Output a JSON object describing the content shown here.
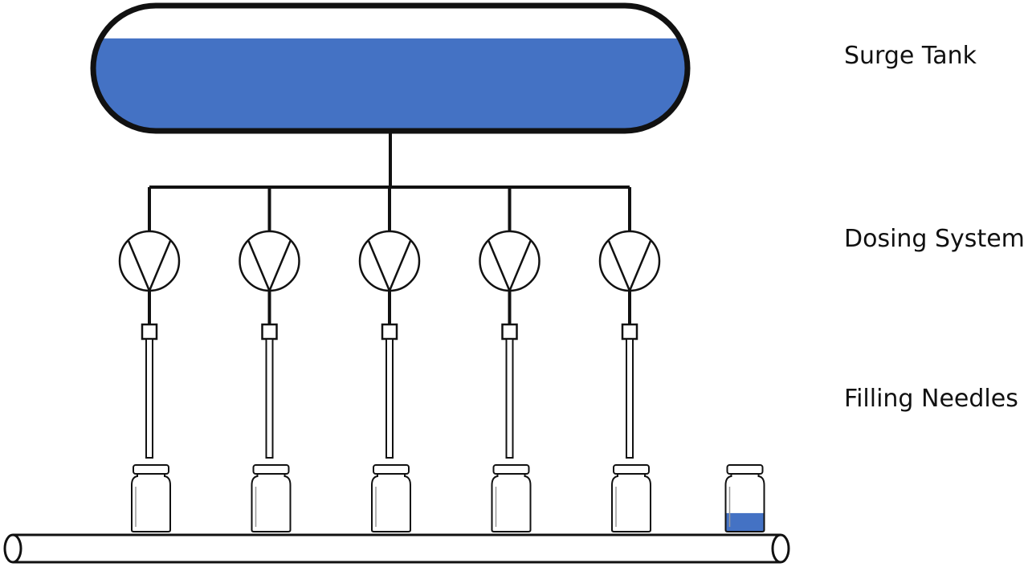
{
  "labels": {
    "surge_tank": "Surge Tank",
    "dosing_system": "Dosing System",
    "filling_needles": "Filling Needles"
  },
  "colors": {
    "liquid": "#4472c4",
    "stroke": "#111111",
    "background": "#ffffff"
  },
  "stations": {
    "count": 5
  },
  "vials": {
    "count": 6,
    "filled": [
      false,
      false,
      false,
      false,
      false,
      true
    ],
    "fill_level": 0.35
  },
  "tank": {
    "fill_level": 0.7
  }
}
